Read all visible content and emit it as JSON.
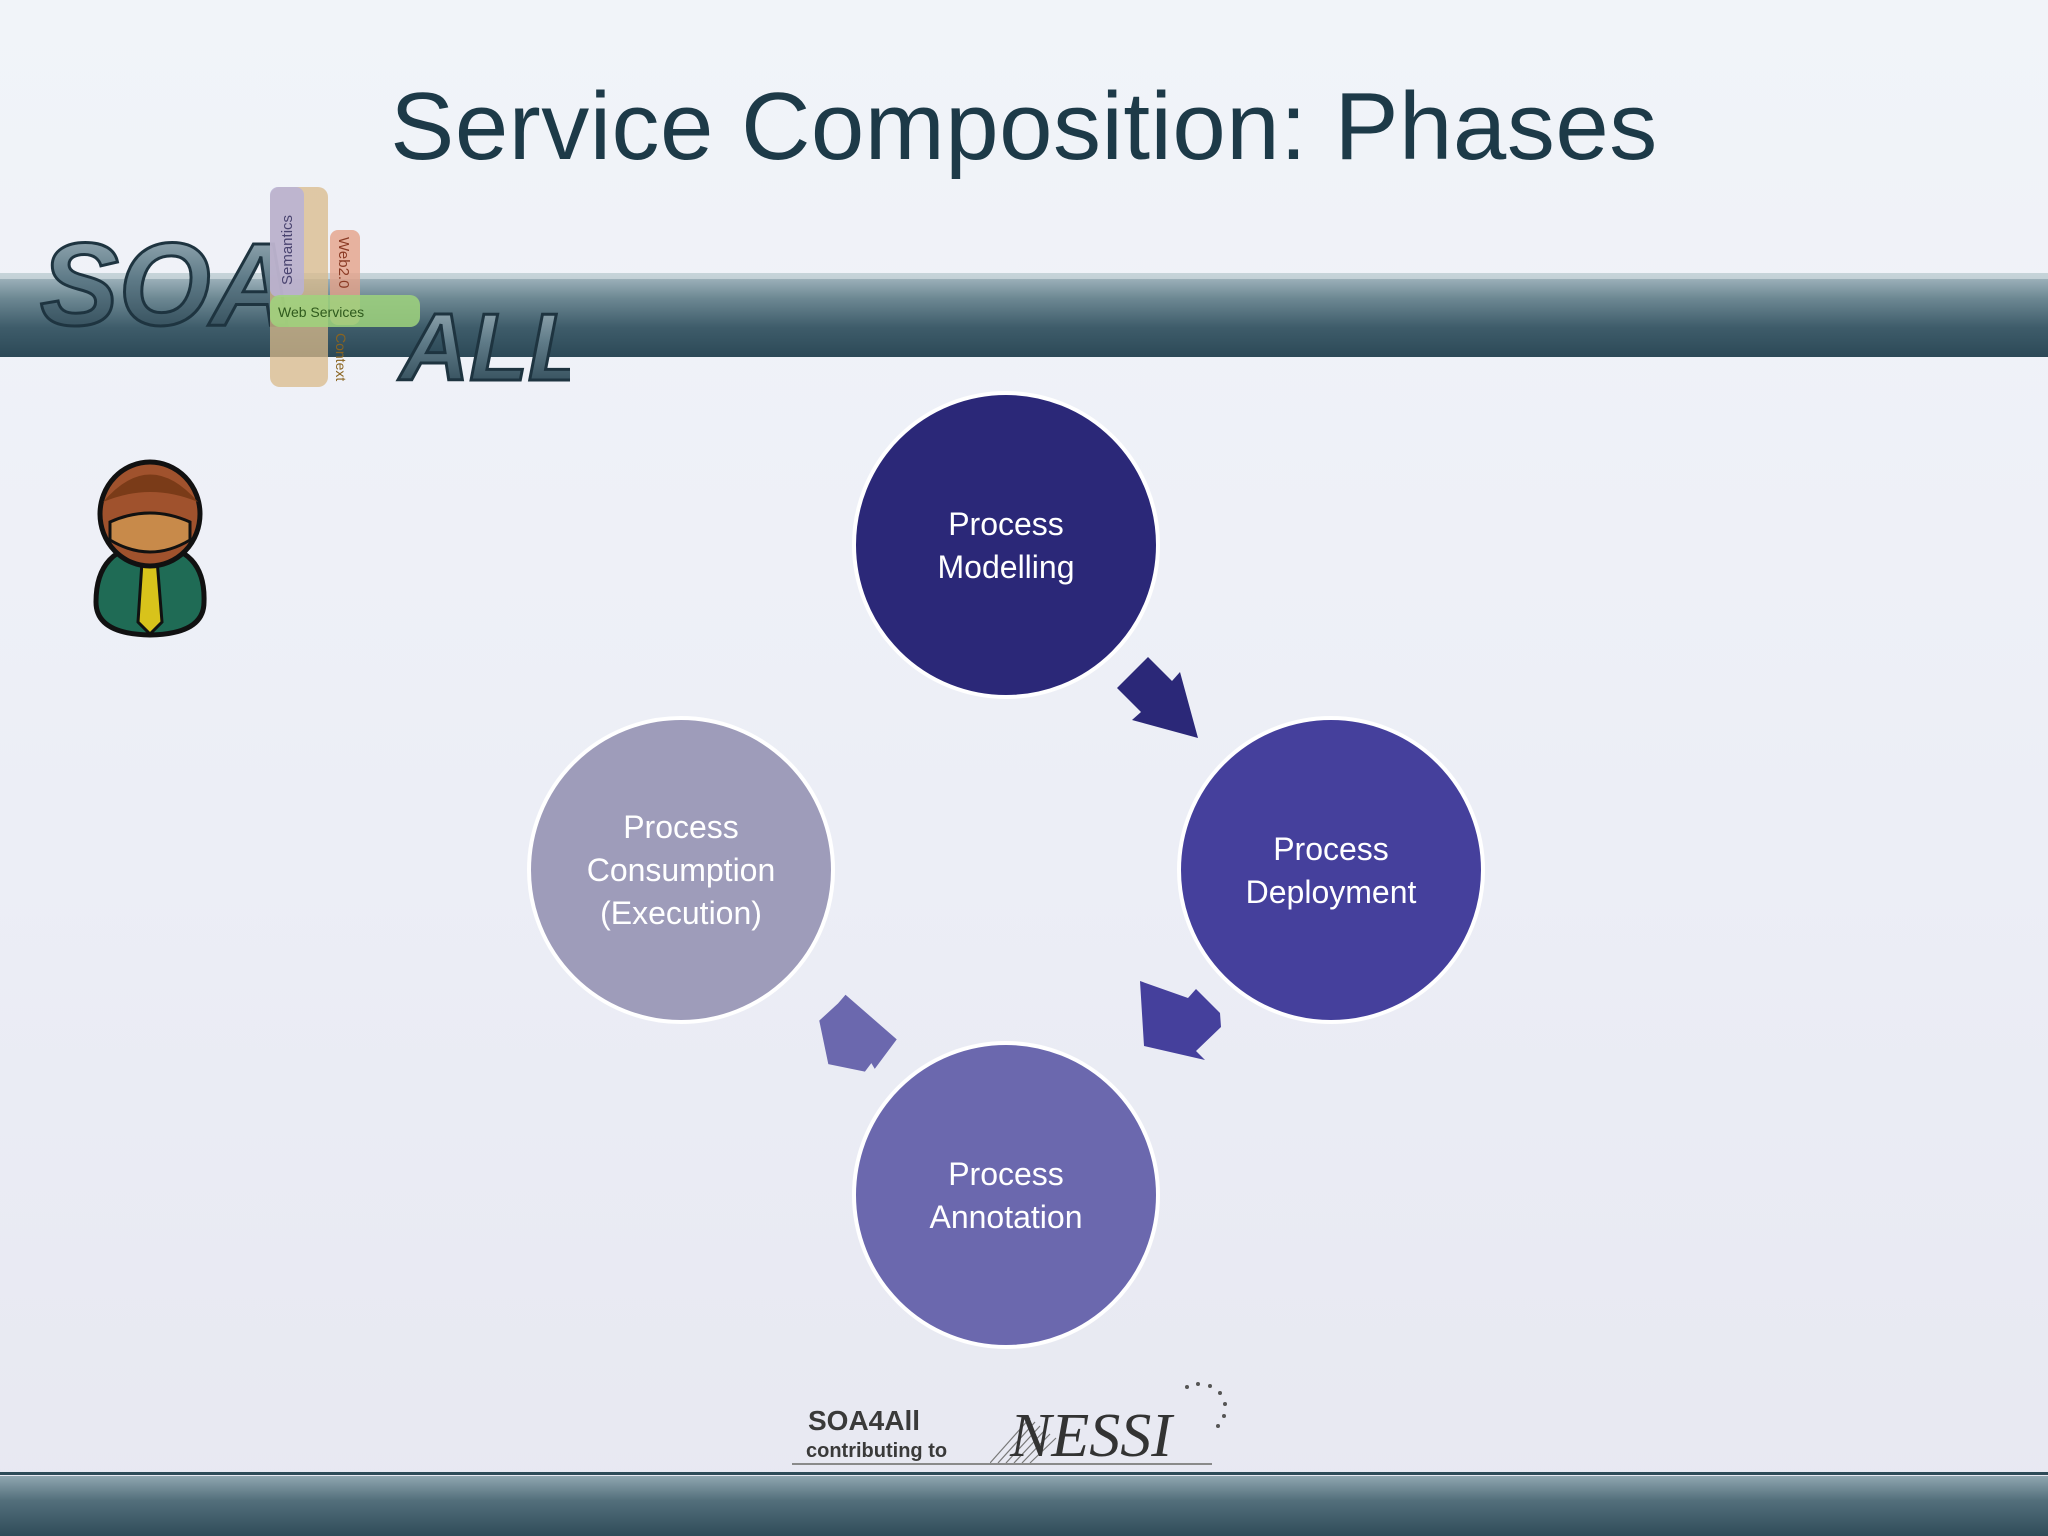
{
  "slide": {
    "title": "Service Composition: Phases"
  },
  "logo": {
    "main_left": "SOA",
    "main_right": "ALL",
    "vertical_top": "Semantics",
    "vertical_right": "Web2.0",
    "horizontal": "Web Services",
    "vertical_bottom": "Context"
  },
  "diagram": {
    "phases": [
      {
        "line1": "Process",
        "line2": "Modelling",
        "line3": "",
        "color": "#2b2878"
      },
      {
        "line1": "Process",
        "line2": "Deployment",
        "line3": "",
        "color": "#45409c"
      },
      {
        "line1": "Process",
        "line2": "Annotation",
        "line3": "",
        "color": "#6b68ae"
      },
      {
        "line1": "Process",
        "line2": "Consumption",
        "line3": "(Execution)",
        "color": "#9e9cba"
      }
    ]
  },
  "footer": {
    "soa4all": "SOA4All",
    "contributing": "contributing to",
    "nessi": "NESSI"
  },
  "colors": {
    "title": "#1d3a48",
    "band": "#3e5c6a",
    "arrow_1": "#2b2878",
    "arrow_2": "#45409c",
    "arrow_3": "#6b68ae"
  }
}
